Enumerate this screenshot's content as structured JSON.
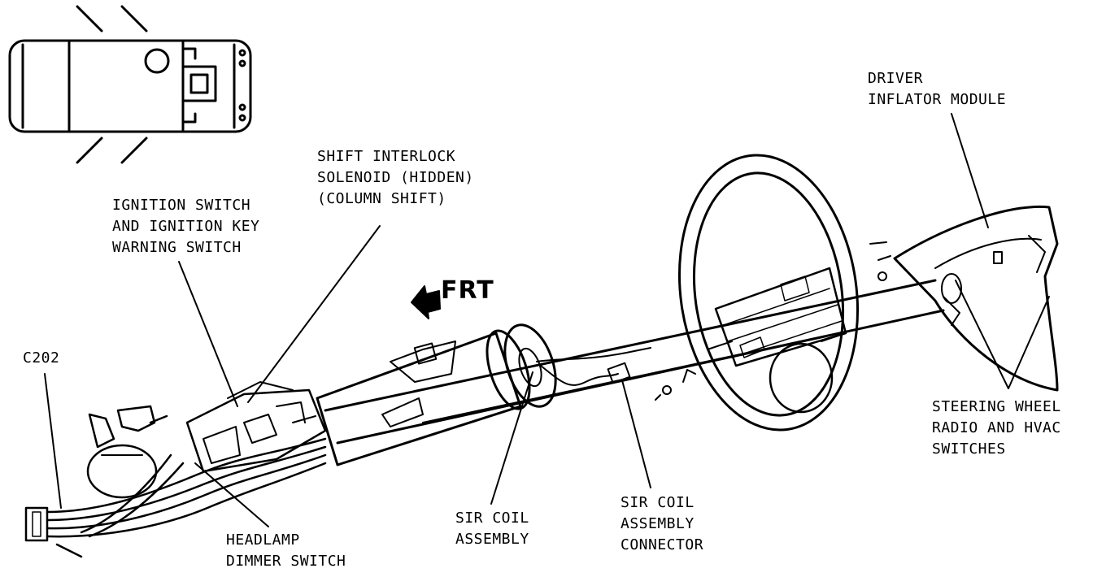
{
  "labels": {
    "driver_inflator": [
      "DRIVER",
      "INFLATOR MODULE"
    ],
    "shift_interlock": [
      "SHIFT INTERLOCK",
      "SOLENOID (HIDDEN)",
      "(COLUMN SHIFT)"
    ],
    "ignition_switch": [
      "IGNITION SWITCH",
      "AND IGNITION KEY",
      "WARNING SWITCH"
    ],
    "connector_c202": "C202",
    "headlamp_dimmer": [
      "HEADLAMP",
      "DIMMER SWITCH"
    ],
    "sir_coil": [
      "SIR COIL",
      "ASSEMBLY"
    ],
    "sir_coil_connector": [
      "SIR COIL",
      "ASSEMBLY",
      "CONNECTOR"
    ],
    "steering_wheel_switches": [
      "STEERING WHEEL",
      "RADIO AND HVAC",
      "SWITCHES"
    ],
    "front_arrow": "FRT"
  }
}
